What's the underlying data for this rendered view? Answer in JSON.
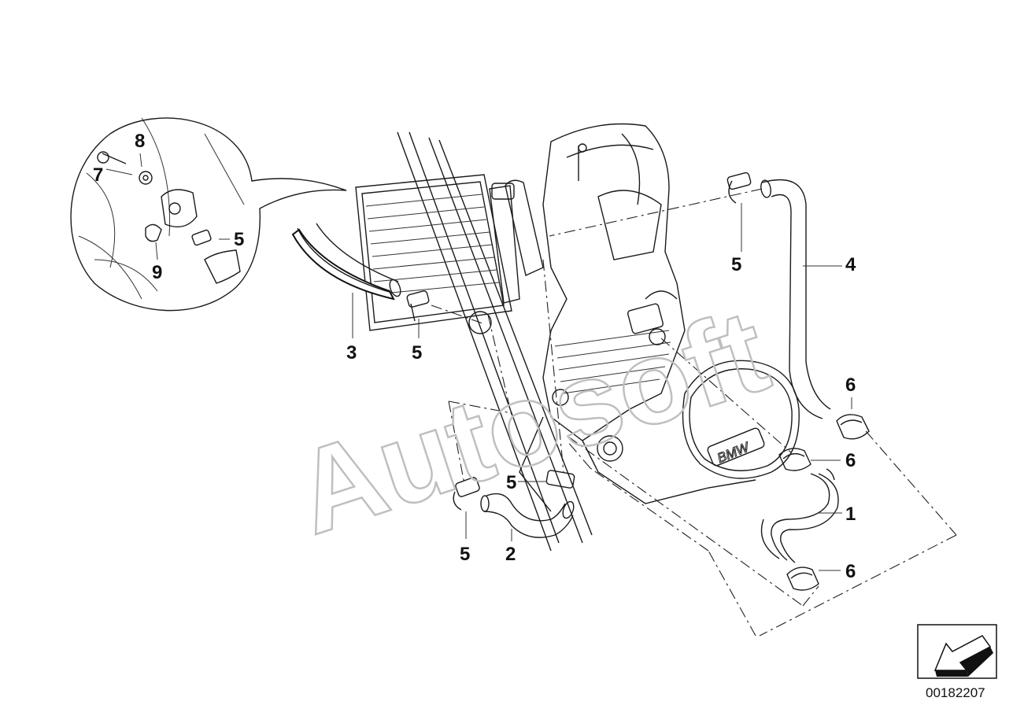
{
  "callouts": [
    {
      "text": "8"
    },
    {
      "text": "7"
    },
    {
      "text": "5"
    },
    {
      "text": "9"
    },
    {
      "text": "3"
    },
    {
      "text": "5"
    },
    {
      "text": "5"
    },
    {
      "text": "4"
    },
    {
      "text": "6"
    },
    {
      "text": "6"
    },
    {
      "text": "1"
    },
    {
      "text": "6"
    },
    {
      "text": "5"
    },
    {
      "text": "5"
    },
    {
      "text": "2"
    }
  ],
  "watermark": "Autosoft",
  "figure_number": "00182207",
  "colors": {
    "line": "#1a1a1a",
    "watermark": "#bfbfbf",
    "background": "#ffffff"
  },
  "icons": {
    "corner_arrow": "arrow-icon"
  }
}
